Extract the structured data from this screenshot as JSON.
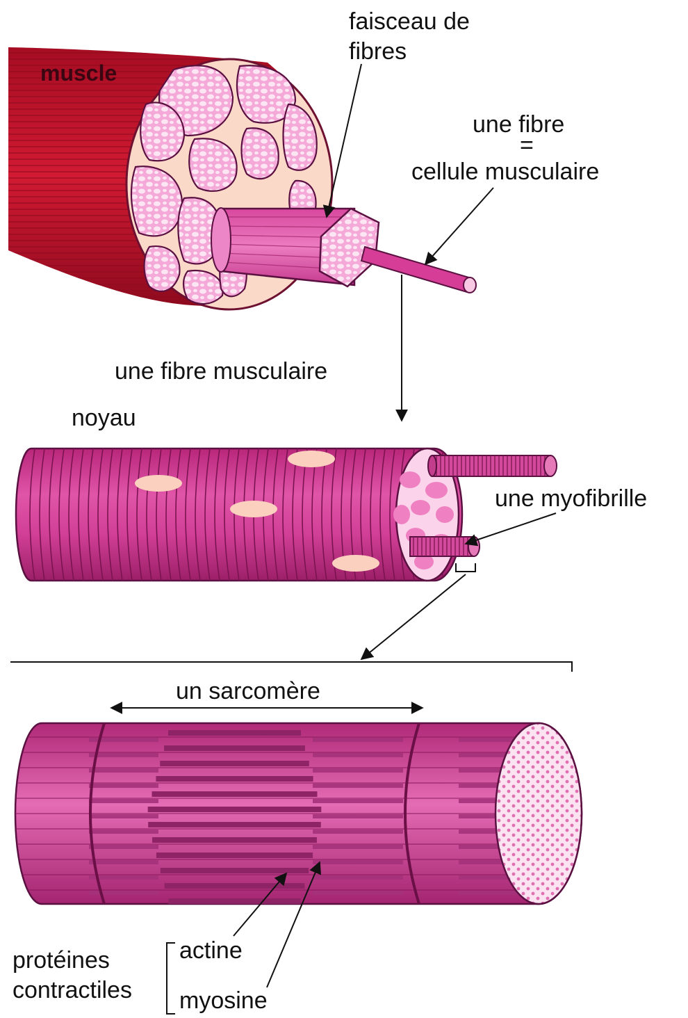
{
  "labels": {
    "muscle": "muscle",
    "bundle_line1": "faisceau de",
    "bundle_line2": "fibres",
    "fiber_line1": "une fibre",
    "fiber_equals": "=",
    "fiber_line2": "cellule musculaire",
    "muscle_fiber": "une fibre musculaire",
    "nucleus": "noyau",
    "myofibril": "une myofibrille",
    "sarcomere": "un sarcomère",
    "proteins_line1": "protéines",
    "proteins_line2": "contractiles",
    "actin": "actine",
    "myosin": "myosine"
  },
  "colors": {
    "muscle_red": "#c8102e",
    "muscle_dark": "#8e0a1e",
    "fascicle_pink": "#f2a6d6",
    "fascicle_light": "#fbe0f0",
    "fiber_magenta": "#d4368f",
    "fiber_dark": "#8a1a5c",
    "nucleus_peach": "#fbd0bf",
    "myosin_purple": "#8e2466",
    "actin_purple": "#a4327a",
    "outline": "#5a0f3a"
  }
}
